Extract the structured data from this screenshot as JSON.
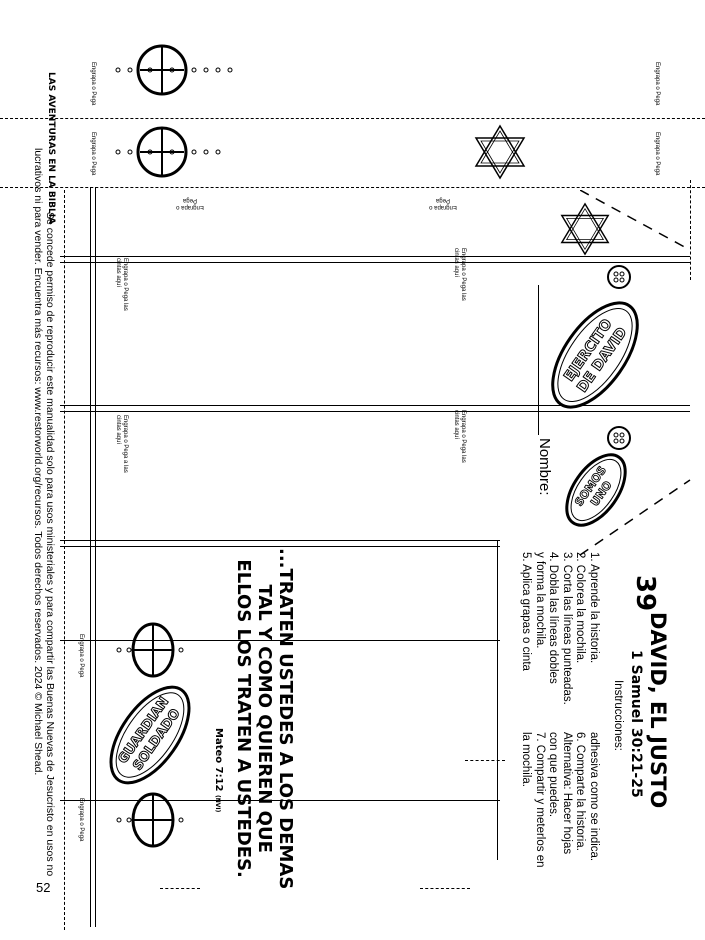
{
  "lesson": {
    "number": "39",
    "title": "DAVID, EL JUSTO",
    "reference": "1 Samuel 30:21-25"
  },
  "instructions": {
    "heading": "Instrucciones:",
    "col1": [
      "1. Aprende la historia.",
      "2. Colorea la mochila.",
      "3. Corta las líneas punteadas.",
      "4. Dobla las líneas dobles",
      "y forma la mochila.",
      "5. Aplica grapas o cinta"
    ],
    "col2": [
      "adhesiva como se indica.",
      "6. Comparte la historia.",
      "Alternativa: Hacer hojas",
      "con que puedes.",
      "7. Compartir y meterlos en",
      "la mochila."
    ]
  },
  "verse": {
    "lines": [
      "...TRATEN USTEDES A LOS DEMAS",
      "TAL Y COMO QUIEREN QUE",
      "ELLOS LOS TRATEN A USTEDES."
    ],
    "reference": "Mateo 7:12",
    "version": "(NVI)"
  },
  "name_label": "Nombre:",
  "badges": {
    "ejercito": [
      "EJERCITO",
      "DE DAVID"
    ],
    "somos": [
      "SOMOS",
      "UNO"
    ],
    "guardian": [
      "GUARDIAN",
      "SOLDADO"
    ]
  },
  "glue_labels": {
    "short": "Engrapa o Pega",
    "strips": "Engrapa o Pega las cintas aquí",
    "strips2": "Engrapa o Pega a las cintas aquí"
  },
  "footer": {
    "series": "LAS AVENTURAS EN LA BIBLIA",
    "copyright_line1": "Se concede permiso de reproducir este manualidad solo para usos ministeriales y para compartir las Buenas Nuevas de Jesucristo en usos no",
    "copyright_line2": "lucrativos ni para vender. Encuentra más recursos: www.restorworld.org/recursos. Todos derechos reservados. 2024 © Michael Shead.",
    "page_number": "52"
  }
}
